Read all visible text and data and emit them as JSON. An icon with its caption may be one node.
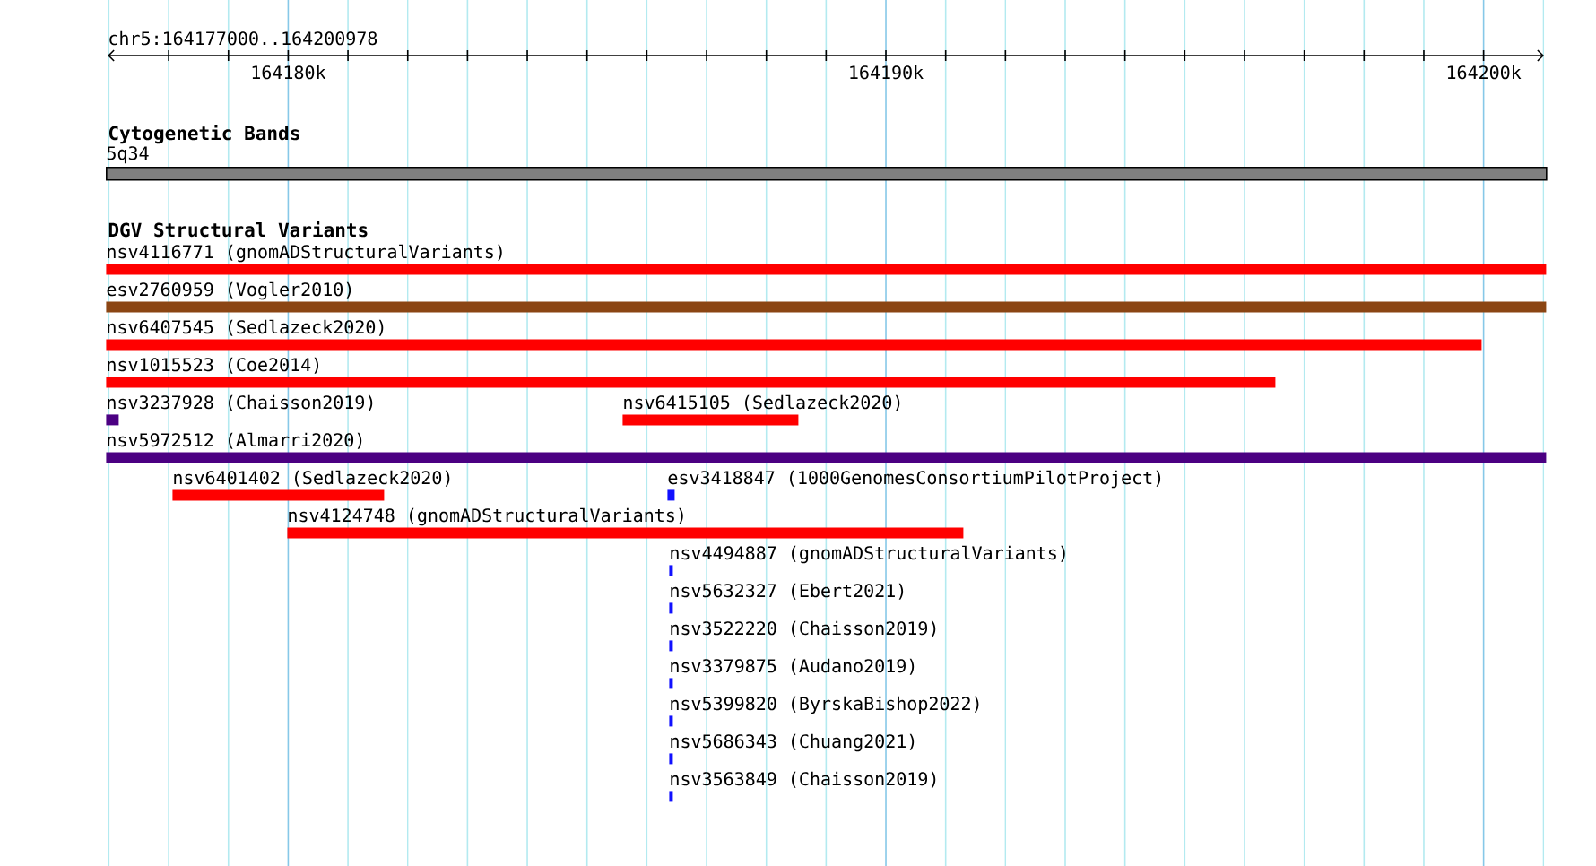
{
  "diagram": {
    "nodes": [
      {
        "text": [
          "5q34"
        ]
      },
      {
        "text": [
          "nsv4116771 (gnomADStructuralVariants)"
        ]
      },
      {
        "text": [
          "esv2760959 (Vogler2010)"
        ]
      },
      {
        "text": [
          "nsv6407545 (Sedlazeck2020)"
        ]
      },
      {
        "text": [
          "nsv1015523 (Coe2014)"
        ]
      },
      {
        "text": [
          "nsv3237928 (Chaisson2019)"
        ]
      },
      {
        "text": [
          "nsv6415105 (Sedlazeck2020)"
        ]
      },
      {
        "text": [
          "nsv5972512 (Almarri2020)"
        ]
      },
      {
        "text": [
          "nsv6401402 (Sedlazeck2020)"
        ]
      },
      {
        "text": [
          "esv3418847 (1000GenomesConsortiumPilotProject)"
        ]
      },
      {
        "text": [
          "nsv4124748 (gnomADStructuralVariants)"
        ]
      },
      {
        "text": [
          "nsv4494887 (gnomADStructuralVariants)"
        ]
      },
      {
        "text": [
          "nsv5632327 (Ebert2021)"
        ]
      },
      {
        "text": [
          "nsv3522220 (Chaisson2019)"
        ]
      },
      {
        "text": [
          "nsv3379875 (Audano2019)"
        ]
      },
      {
        "text": [
          "nsv5399820 (ByrskaBishop2022)"
        ]
      },
      {
        "text": [
          "nsv5686343 (Chuang2021)"
        ]
      },
      {
        "text": [
          "nsv3563849 (Chaisson2019)"
        ]
      }
    ],
    "labels": [
      "chr5:164177000..164200978",
      "164180k",
      "164190k",
      "164200k",
      "Cytogenetic Bands",
      "DGV Structural Variants"
    ]
  }
}
